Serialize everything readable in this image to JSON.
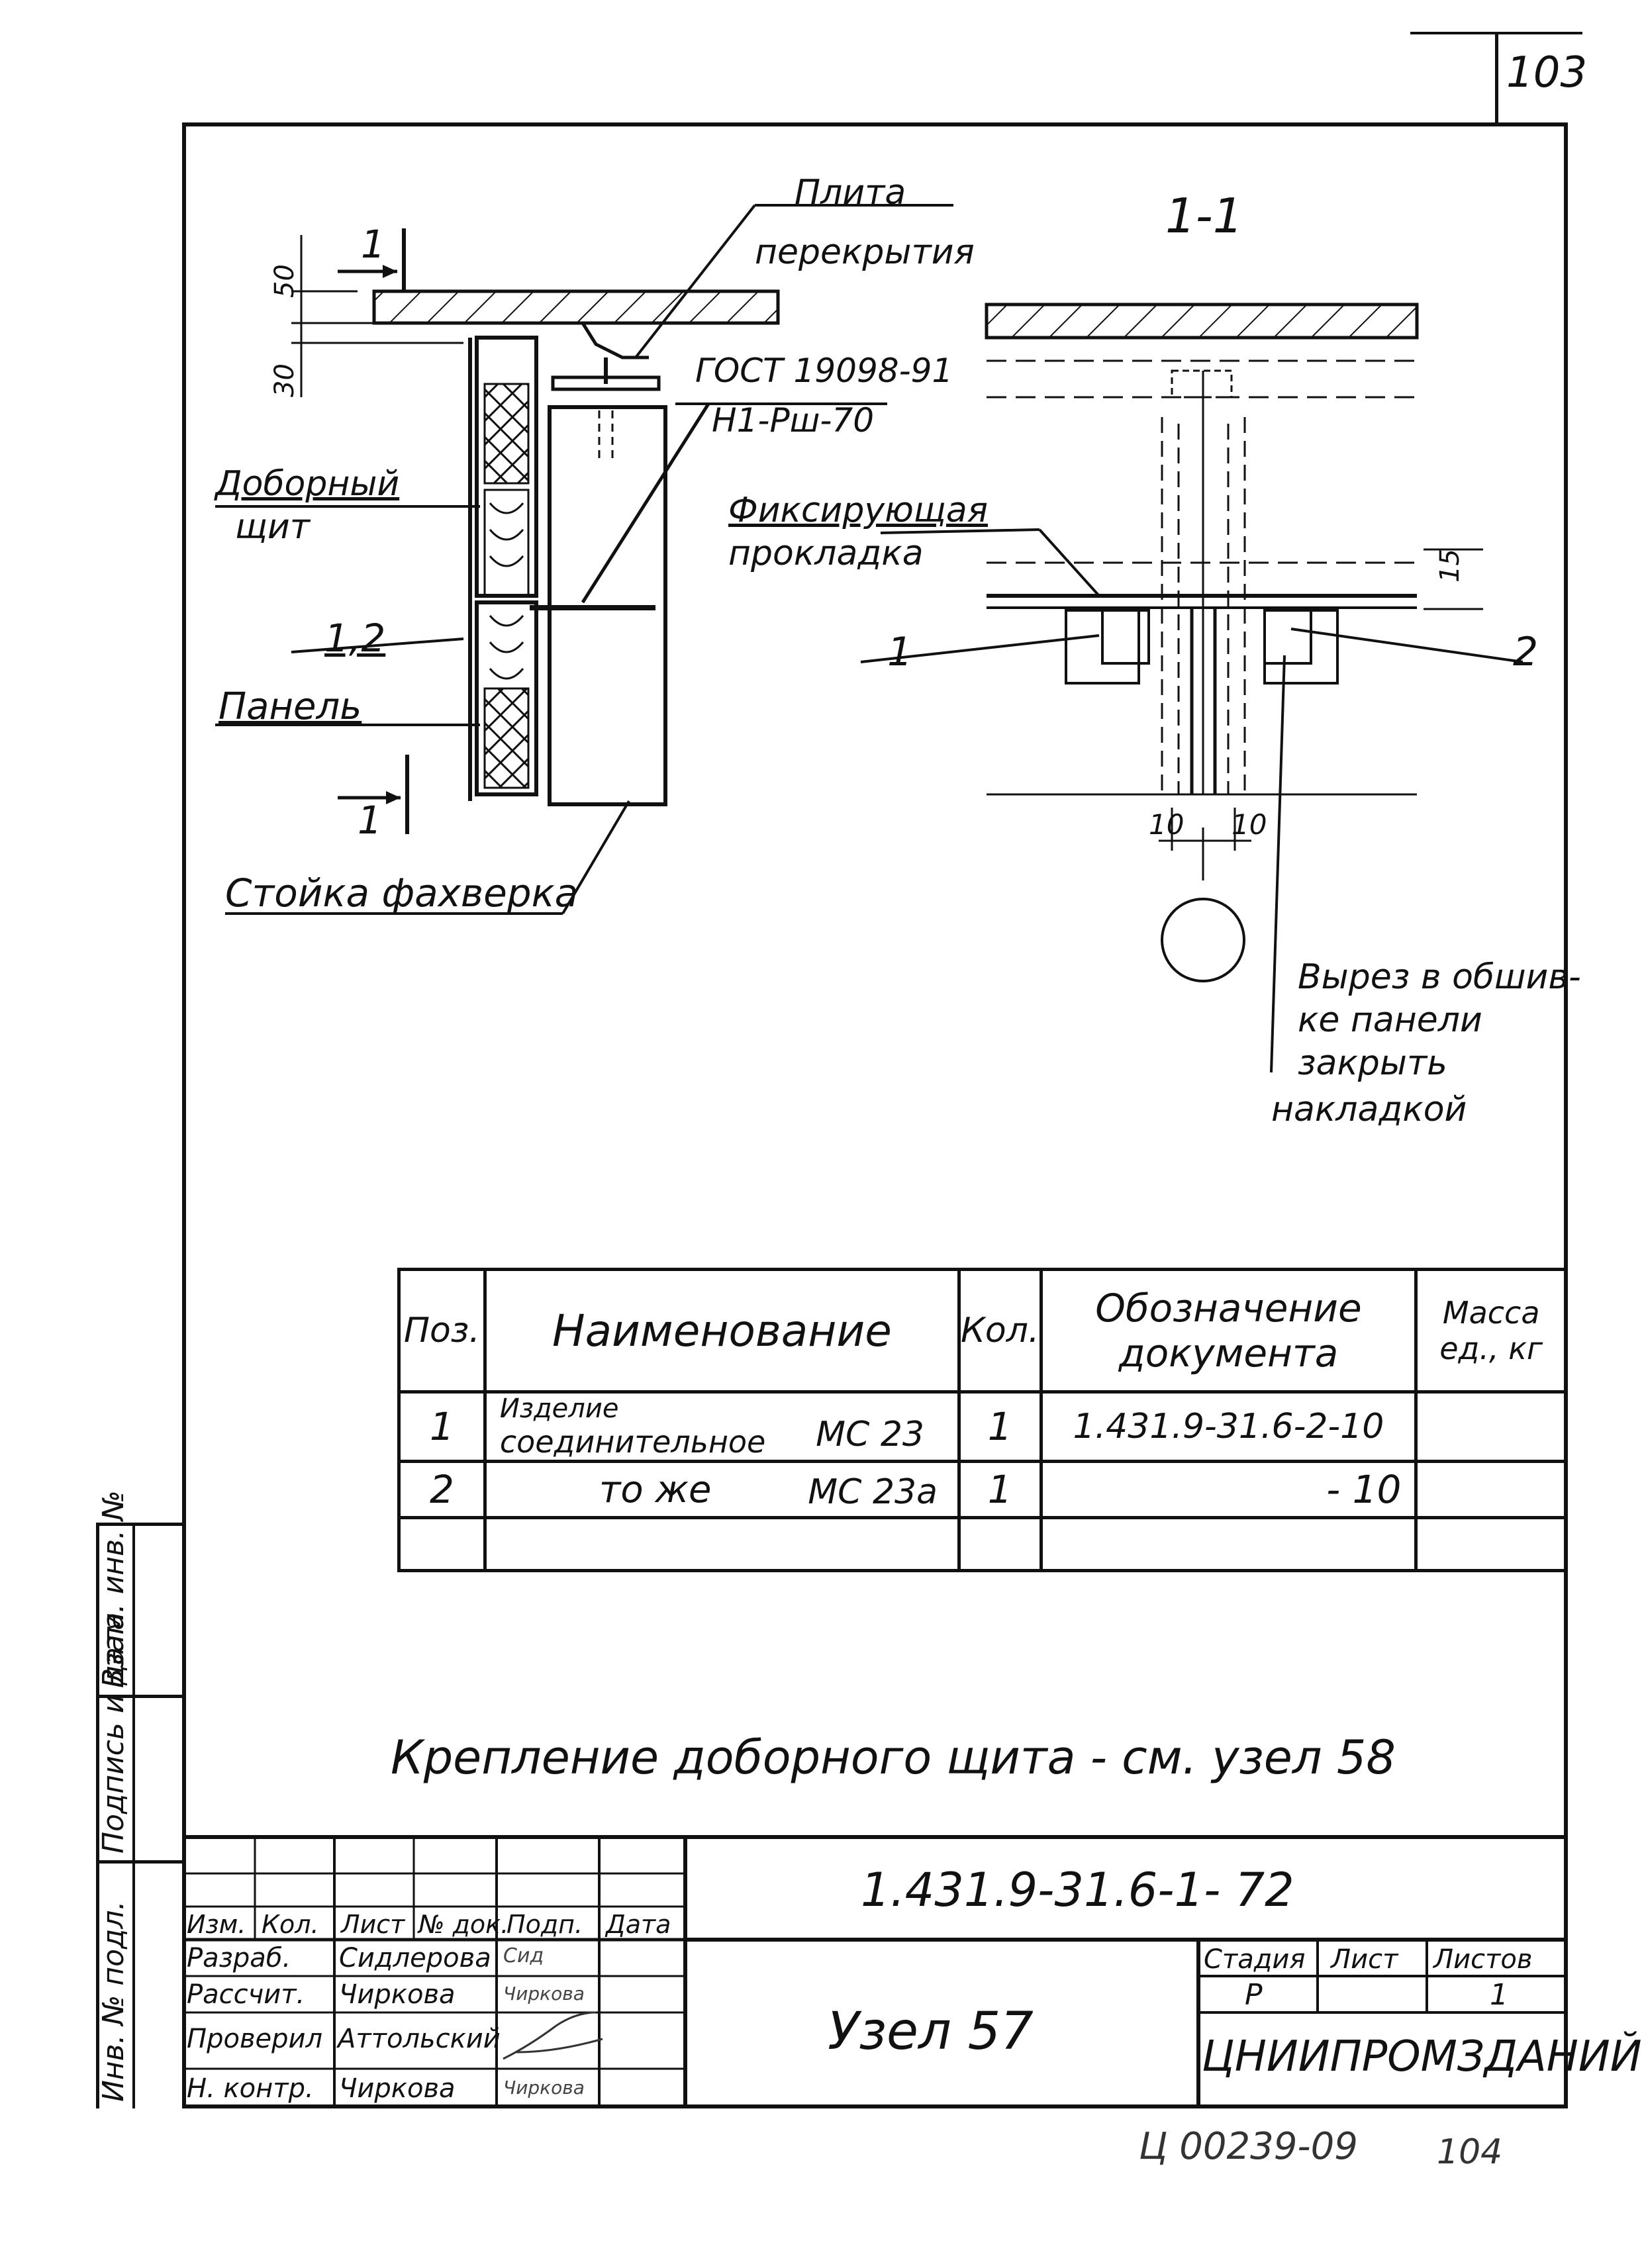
{
  "sheet": {
    "page_number": "103",
    "archive_code": "Ц 00239-09",
    "archive_page": "104"
  },
  "drawing": {
    "section_label": "1-1",
    "labels": {
      "slab": [
        "Плита",
        "перекрытия"
      ],
      "gost": "ГОСТ 19098-91",
      "weld": "Н1-Рш-70",
      "add_panel": [
        "Доборный",
        "щит"
      ],
      "fix_pad": [
        "Фиксирующая",
        "прокладка"
      ],
      "pos12": "1,2",
      "panel": "Панель",
      "post": "Стойка фахверка",
      "pos1": "1",
      "pos2": "2",
      "cut_note": [
        "Вырез в обшив-",
        "ке панели",
        "закрыть",
        "накладкой"
      ],
      "section_mark_top": "1",
      "section_mark_bottom": "1"
    },
    "dimensions": {
      "d50": "50",
      "d30": "30",
      "d15": "15",
      "d10a": "10",
      "d10b": "10"
    }
  },
  "spec_table": {
    "headers": {
      "pos": "Поз.",
      "name": "Наименование",
      "qty": "Кол.",
      "doc": [
        "Обозначение",
        "документа"
      ],
      "mass": [
        "Масса",
        "ед., кг"
      ]
    },
    "rows": [
      {
        "pos": "1",
        "name": [
          "Изделие",
          "соединительное"
        ],
        "mark": "МС 23",
        "qty": "1",
        "doc": "1.431.9-31.6-2-10",
        "mass": ""
      },
      {
        "pos": "2",
        "name": [
          "то же"
        ],
        "mark": "МС 23а",
        "qty": "1",
        "doc": "- 10",
        "mass": ""
      },
      {
        "pos": "",
        "name": [
          ""
        ],
        "mark": "",
        "qty": "",
        "doc": "",
        "mass": ""
      }
    ]
  },
  "note": "Крепление доборного щита - см. узел 58",
  "title_block": {
    "doc_code": "1.431.9-31.6-1- 72",
    "title": "Узел 57",
    "org": "ЦНИИПРОМЗДАНИЙ",
    "head_cols": [
      "Изм.",
      "Кол.",
      "Лист",
      "№ док.",
      "Подп.",
      "Дата"
    ],
    "people": [
      {
        "role": "Разраб.",
        "name": "Сидлерова",
        "sign": "Сид"
      },
      {
        "role": "Рассчит.",
        "name": "Чиркова",
        "sign": "Чиркова"
      },
      {
        "role": "Проверил",
        "name": "Аттольский",
        "sign": ""
      },
      {
        "role": "Н. контр.",
        "name": "Чиркова",
        "sign": "Чиркова"
      }
    ],
    "stage_head": "Стадия",
    "sheet_head": "Лист",
    "sheets_head": "Листов",
    "stage": "Р",
    "sheet": "",
    "sheets": "1"
  },
  "side_stamp": [
    "Инв. № подл.",
    "Подпись и дата",
    "Взам. инв. №"
  ]
}
